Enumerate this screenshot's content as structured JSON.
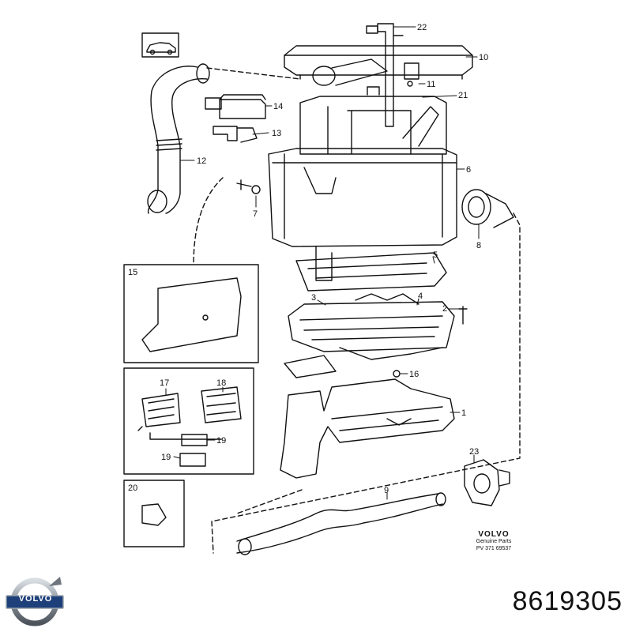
{
  "labels": {
    "p1": "1",
    "p2": "2",
    "p3": "3",
    "p4": "4",
    "p5": "5",
    "p6": "6",
    "p7": "7",
    "p8": "8",
    "p9": "9",
    "p10": "10",
    "p11": "11",
    "p12": "12",
    "p13": "13",
    "p14": "14",
    "p15": "15",
    "p16": "16",
    "p17": "17",
    "p18": "18",
    "p19a": "19",
    "p19b": "19",
    "p20": "20",
    "p21": "21",
    "p22": "22",
    "p23": "23"
  },
  "brand": {
    "name": "VOLVO",
    "line1": "Genuine Parts",
    "line2": "PV 371 69537"
  },
  "logo": {
    "word": "VOLVO"
  },
  "part_number": "8619305"
}
